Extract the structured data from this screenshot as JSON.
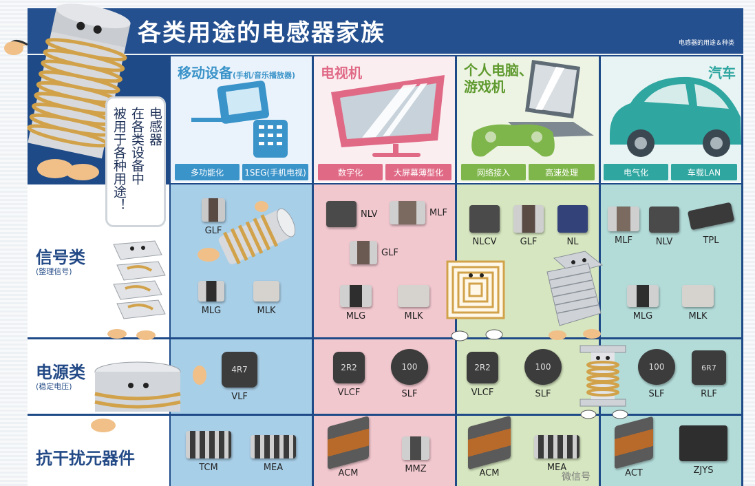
{
  "header": {
    "title": "各类用途的电感器家族",
    "subtitle": "电感器的用途＆种类"
  },
  "speech_bubble": {
    "column1": "电感器",
    "column2": "在各类设备中",
    "column3": "被用于各种用途！"
  },
  "categories": [
    {
      "name": "移动设备",
      "note": "(手机/音乐播放器)",
      "tags": [
        "多功能化",
        "1SEG(手机电视)"
      ]
    },
    {
      "name": "电视机",
      "note": "",
      "tags": [
        "数字化",
        "大屏幕薄型化"
      ]
    },
    {
      "name": "个人电脑、\n游戏机",
      "note": "",
      "tags": [
        "网络接入",
        "高速处理"
      ]
    },
    {
      "name": "汽车",
      "note": "",
      "tags": [
        "电气化",
        "车载LAN"
      ]
    }
  ],
  "rows": [
    {
      "title": "信号类",
      "subtitle": "(整理信号)"
    },
    {
      "title": "电源类",
      "subtitle": "(稳定电压)"
    },
    {
      "title": "抗干扰元器件",
      "subtitle": ""
    }
  ],
  "cells": {
    "signal": [
      [
        "GLF",
        "MLG",
        "MLK"
      ],
      [
        "NLV",
        "MLF",
        "GLF",
        "MLG",
        "MLK"
      ],
      [
        "NLCV",
        "GLF",
        "NL"
      ],
      [
        "MLF",
        "NLV",
        "TPL",
        "MLG",
        "MLK"
      ]
    ],
    "power": [
      [
        "VLF"
      ],
      [
        "VLCF",
        "SLF"
      ],
      [
        "VLCF",
        "SLF"
      ],
      [
        "SLF",
        "RLF"
      ]
    ],
    "emi": [
      [
        "TCM",
        "MEA"
      ],
      [
        "ACM",
        "MMZ"
      ],
      [
        "ACM",
        "MEA"
      ],
      [
        "ACT",
        "ZJYS"
      ]
    ]
  },
  "chip_markings": [
    "4R7",
    "2R2",
    "100",
    "2R2",
    "100",
    "100",
    "6R7"
  ],
  "colors": {
    "title_bar": "#25508f",
    "mobile": "#a8cfe8",
    "tv": "#f2c8cf",
    "pc": "#d6e6c0",
    "car": "#b3dcd9",
    "tag_blue": "#3a93c9",
    "tag_pink": "#e06a86",
    "tag_green": "#7fb64b",
    "tag_teal": "#2fa6a0",
    "row_text": "#234a86"
  },
  "watermark": "微信号"
}
